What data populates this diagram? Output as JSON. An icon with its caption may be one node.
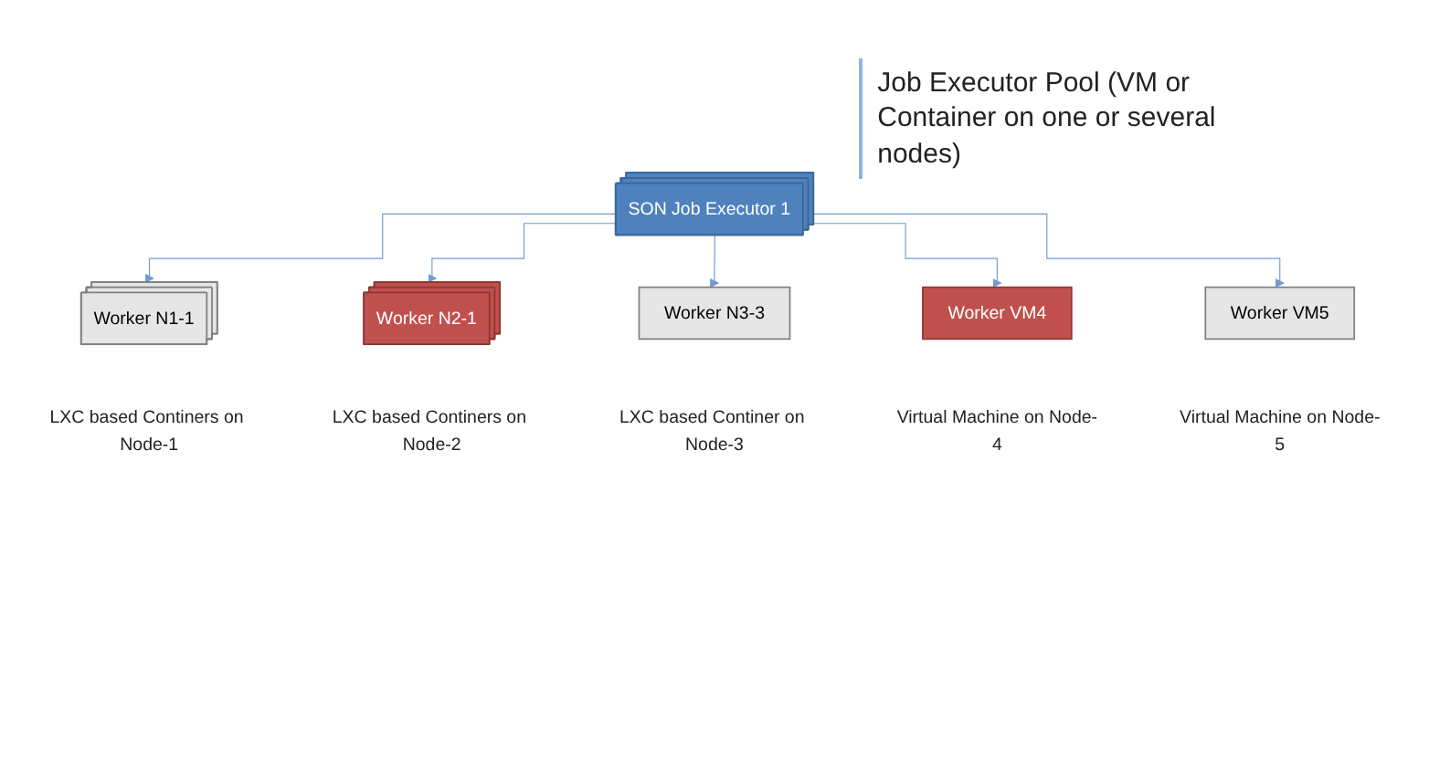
{
  "diagram": {
    "nodes": [
      {
        "text": [
          "SON Job Executor 1"
        ],
        "beside": [
          "Job Executor Pool (VM or Container on one or several nodes)"
        ]
      },
      {
        "text": [
          "Worker N1-1"
        ],
        "beside": [
          "LXC based Continers on Node-1"
        ]
      },
      {
        "text": [
          "Worker N2-1"
        ],
        "beside": [
          "LXC based Continers on Node-2"
        ]
      },
      {
        "text": [
          "Worker N3-3"
        ],
        "beside": [
          "LXC based Continer on Node-3"
        ]
      },
      {
        "text": [
          "Worker VM4"
        ],
        "beside": [
          "Virtual Machine on Node-4"
        ]
      },
      {
        "text": [
          "Worker VM5"
        ],
        "beside": [
          "Virtual Machine on Node-5"
        ]
      }
    ],
    "edges": [
      {
        "from": 0,
        "to": 1,
        "arrow": "to"
      },
      {
        "from": 0,
        "to": 2,
        "arrow": "to"
      },
      {
        "from": 0,
        "to": 3,
        "arrow": "to"
      },
      {
        "from": 0,
        "to": 4,
        "arrow": "to"
      },
      {
        "from": 0,
        "to": 5,
        "arrow": "to"
      }
    ]
  }
}
